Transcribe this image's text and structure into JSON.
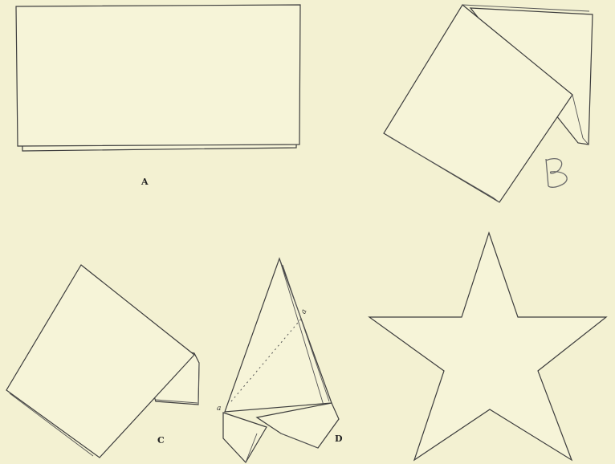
{
  "labels": {
    "a": "A",
    "b": "B",
    "c": "C",
    "d": "D",
    "d_point_a1": "a",
    "d_point_a2": "a"
  },
  "colors": {
    "paper": "#f3f1d2",
    "ink": "#3d3d3d"
  }
}
